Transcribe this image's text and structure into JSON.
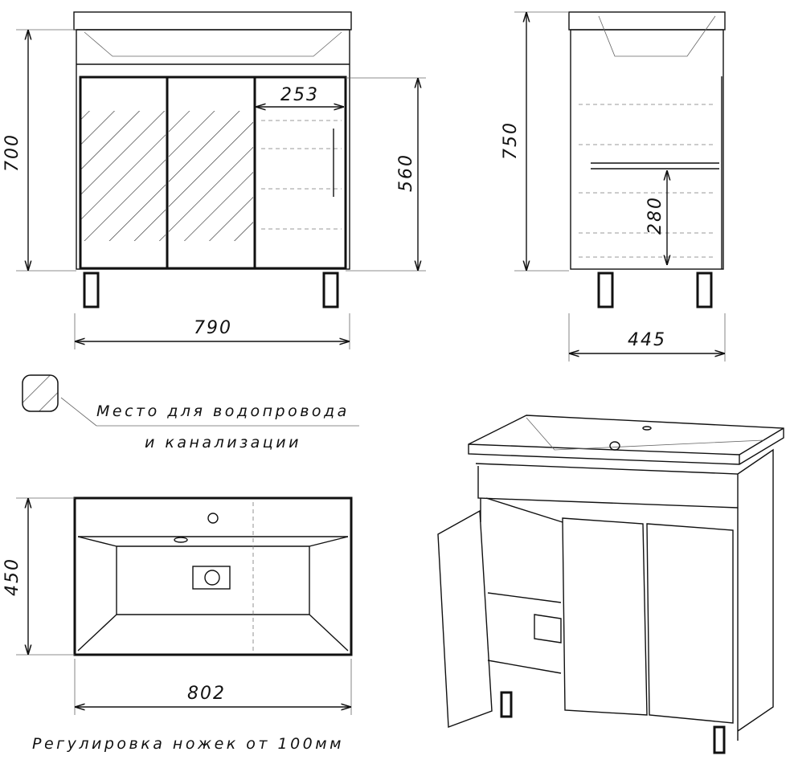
{
  "front_view": {
    "height": "700",
    "width": "790",
    "door_width": "253",
    "door_height": "560"
  },
  "side_view": {
    "height": "750",
    "depth": "445",
    "shelf_height": "280"
  },
  "legend": {
    "line1": "Место для водопровода",
    "line2": "и канализации"
  },
  "top_view": {
    "depth": "450",
    "width": "802"
  },
  "footer_note": "Регулировка ножек от 100мм"
}
